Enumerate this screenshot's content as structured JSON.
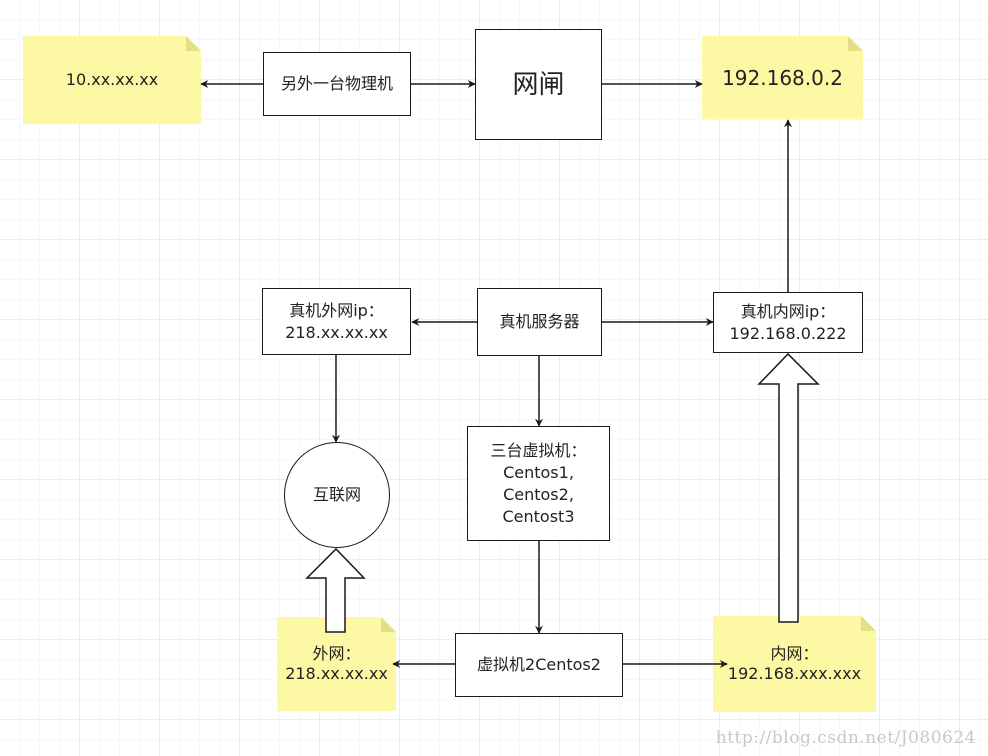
{
  "nodes": {
    "external_ip_note": "10.xx.xx.xx",
    "other_machine": "另外一台物理机",
    "gateway": "网闸",
    "target_ip_note": "192.168.0.2",
    "host_public_ip": "真机外网ip：\n218.xx.xx.xx",
    "host_server": "真机服务器",
    "host_internal_ip": "真机内网ip：\n192.168.0.222",
    "internet": "互联网",
    "three_vms": "三台虚拟机：\nCentos1,\nCentos2,\nCentost3",
    "public_net_note": "外网：\n218.xx.xx.xx",
    "vm2": "虚拟机2Centos2",
    "internal_net_note": "内网：\n192.168.xxx.xxx"
  },
  "colors": {
    "note_fill": "#fcf8a4",
    "note_fold": "#e3df82",
    "stroke": "#1a1a1a"
  },
  "watermark": "http://blog.csdn.net/J080624"
}
